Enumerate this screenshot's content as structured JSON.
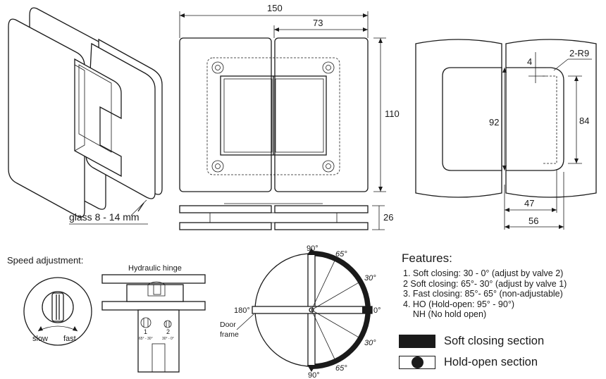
{
  "figure": {
    "dims": {
      "width": "150",
      "half_width": "73",
      "height": "110",
      "thickness": "26",
      "cut_offset": "4",
      "radius": "2-R9",
      "cut_height": "92",
      "cut_height_inner": "84",
      "cut_depth": "47",
      "cut_depth_total": "56"
    },
    "glass_label": "glass 8 - 14 mm",
    "speed_title": "Speed adjustment:",
    "hydraulic_label": "Hydraulic hinge",
    "valve1_label": "1",
    "valve2_label": "2",
    "valve1_sub": "65° - 30°",
    "valve2_sub": "30° - 0°",
    "slow_label": "slow",
    "fast_label": "fast",
    "angles": {
      "a90_top": "90°",
      "a65_top": "65°",
      "a30_top": "30°",
      "a0": "0°",
      "a180": "180°",
      "a30_bot": "30°",
      "a65_bot": "65°",
      "a90_bot": "90°"
    },
    "door_label_1": "Door",
    "door_label_2": "frame"
  },
  "features": {
    "title": "Features:",
    "items": [
      "1. Soft closing: 30 - 0° (adjust by valve 2)",
      "2  Soft closing: 65°- 30° (adjust by valve 1)",
      "3. Fast closing: 85°- 65° (non-adjustable)",
      "4. HO (Hold-open: 95° - 90°)",
      "    NH (No hold open)"
    ]
  },
  "legend": {
    "soft_closing": "Soft closing section",
    "hold_open": "Hold-open section"
  },
  "colors": {
    "line": "#1a1a1a",
    "background": "#ffffff"
  }
}
